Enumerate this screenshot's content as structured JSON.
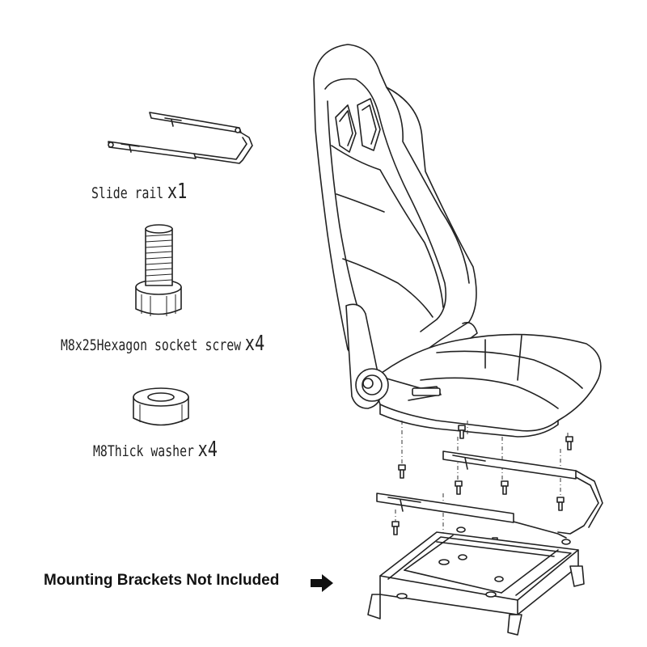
{
  "parts": [
    {
      "label": "Slide rail",
      "qty": "x1",
      "icon": "slide-rail-icon"
    },
    {
      "label": "M8x25Hexagon socket screw",
      "qty": "x4",
      "icon": "hex-socket-screw-icon"
    },
    {
      "label": "M8Thick washer",
      "qty": "x4",
      "icon": "thick-washer-icon"
    }
  ],
  "note": {
    "text": "Mounting Brackets Not Included",
    "icon": "arrow-right-icon"
  },
  "colors": {
    "line": "#222222",
    "fill": "#ffffff",
    "note": "#111111"
  }
}
